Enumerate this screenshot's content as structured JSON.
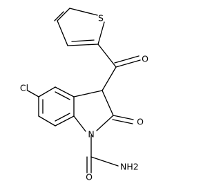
{
  "structure": {
    "atoms": {
      "sulfur": "S",
      "chlorine": "Cl",
      "ketone_oxygen": "O",
      "lactam_oxygen": "O",
      "ring_nitrogen": "N",
      "amide_oxygen": "O",
      "amide_nh2": "NH2"
    }
  }
}
